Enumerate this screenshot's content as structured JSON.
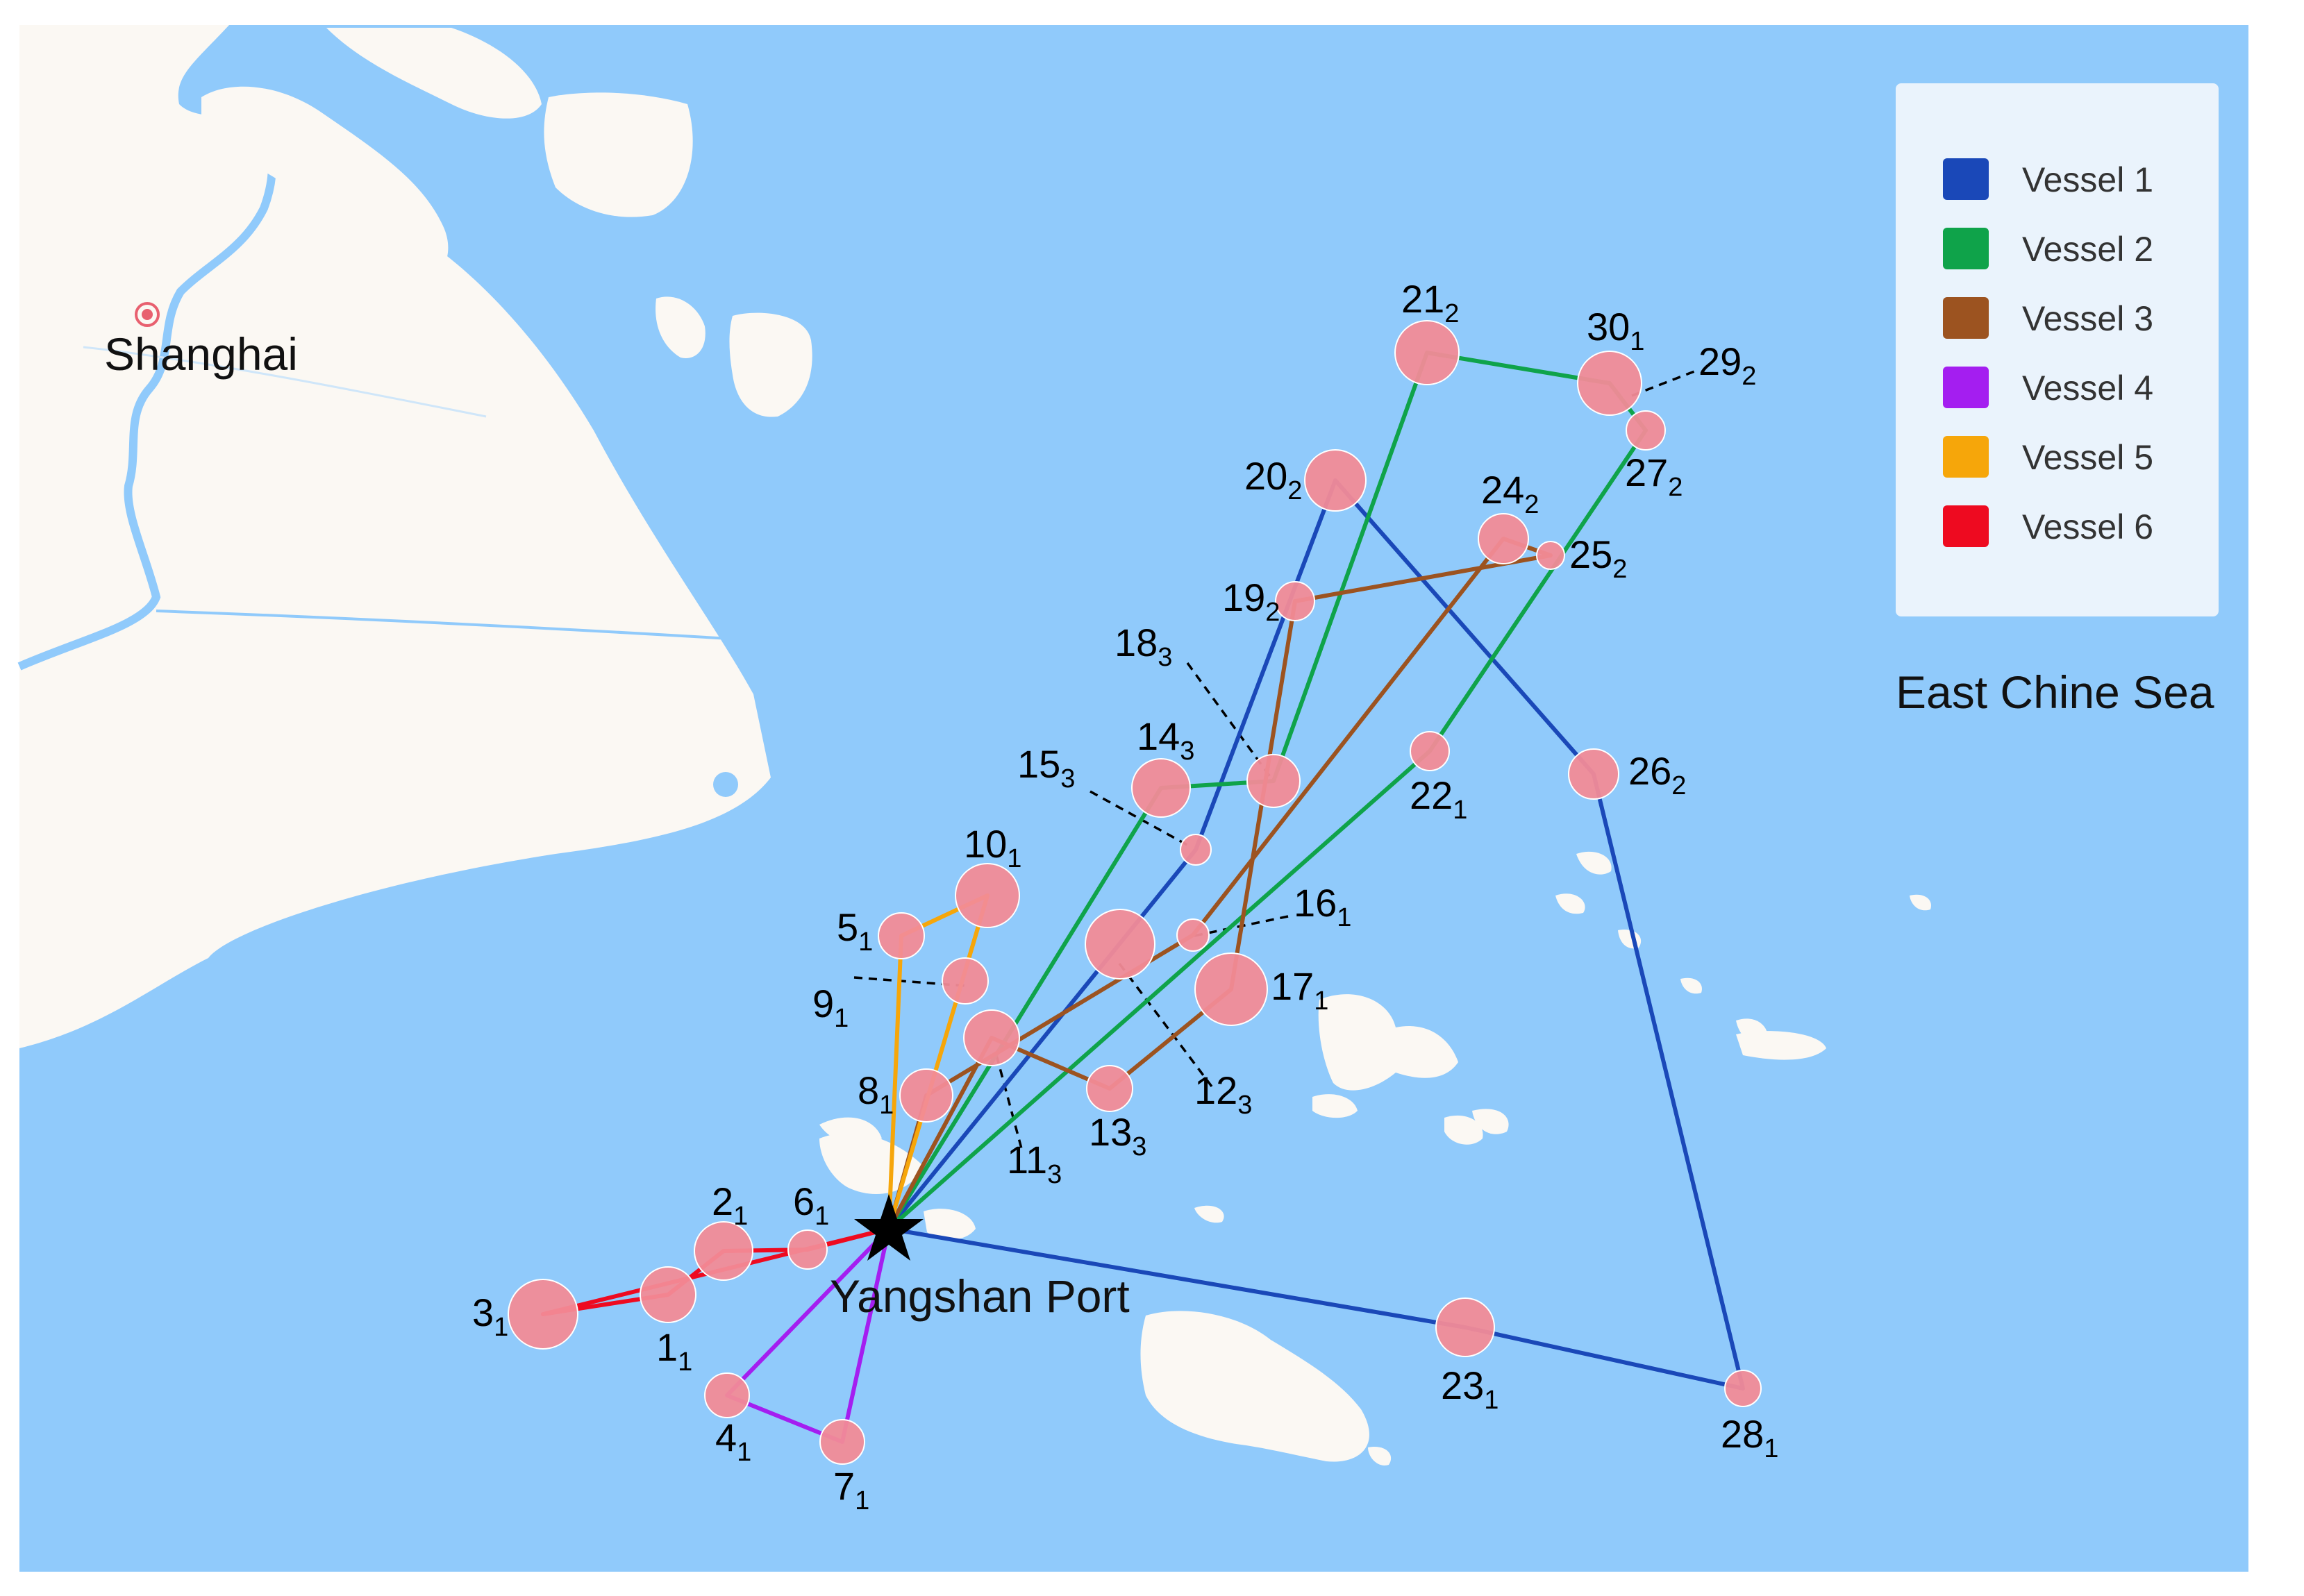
{
  "map": {
    "places": [
      {
        "id": "shanghai",
        "text": "Shanghai"
      },
      {
        "id": "yangshan",
        "text": "Yangshan Port"
      },
      {
        "id": "sea",
        "text": "East Chine Sea"
      }
    ],
    "colors": {
      "water": "#90CAFB",
      "land": "#FBF8F3",
      "customer": "#F28B97",
      "star": "#000000"
    },
    "legend": {
      "items": [
        {
          "label": "Vessel 1",
          "color": "#1A48B8"
        },
        {
          "label": "Vessel 2",
          "color": "#0FA34A"
        },
        {
          "label": "Vessel 3",
          "color": "#9C5320"
        },
        {
          "label": "Vessel 4",
          "color": "#A41EF0"
        },
        {
          "label": "Vessel 5",
          "color": "#F6A60A"
        },
        {
          "label": "Vessel 6",
          "color": "#EE0A20"
        }
      ]
    },
    "nodes": [
      {
        "id": "1",
        "num": "1",
        "sub": "1"
      },
      {
        "id": "2",
        "num": "2",
        "sub": "1"
      },
      {
        "id": "3",
        "num": "3",
        "sub": "1"
      },
      {
        "id": "4",
        "num": "4",
        "sub": "1"
      },
      {
        "id": "5",
        "num": "5",
        "sub": "1"
      },
      {
        "id": "6",
        "num": "6",
        "sub": "1"
      },
      {
        "id": "7",
        "num": "7",
        "sub": "1"
      },
      {
        "id": "8",
        "num": "8",
        "sub": "1"
      },
      {
        "id": "9",
        "num": "9",
        "sub": "1"
      },
      {
        "id": "10",
        "num": "10",
        "sub": "1"
      },
      {
        "id": "11",
        "num": "11",
        "sub": "3"
      },
      {
        "id": "12",
        "num": "12",
        "sub": "3"
      },
      {
        "id": "13",
        "num": "13",
        "sub": "3"
      },
      {
        "id": "14",
        "num": "14",
        "sub": "3"
      },
      {
        "id": "15",
        "num": "15",
        "sub": "3"
      },
      {
        "id": "16",
        "num": "16",
        "sub": "1"
      },
      {
        "id": "17",
        "num": "17",
        "sub": "1"
      },
      {
        "id": "18",
        "num": "18",
        "sub": "3"
      },
      {
        "id": "19",
        "num": "19",
        "sub": "2"
      },
      {
        "id": "20",
        "num": "20",
        "sub": "2"
      },
      {
        "id": "21",
        "num": "21",
        "sub": "2"
      },
      {
        "id": "22",
        "num": "22",
        "sub": "1"
      },
      {
        "id": "23",
        "num": "23",
        "sub": "1"
      },
      {
        "id": "24",
        "num": "24",
        "sub": "2"
      },
      {
        "id": "25",
        "num": "25",
        "sub": "2"
      },
      {
        "id": "26",
        "num": "26",
        "sub": "2"
      },
      {
        "id": "27",
        "num": "27",
        "sub": "2"
      },
      {
        "id": "28",
        "num": "28",
        "sub": "1"
      },
      {
        "id": "29",
        "num": "29",
        "sub": "2"
      },
      {
        "id": "30",
        "num": "30",
        "sub": "1"
      }
    ],
    "routes": [
      {
        "vessel": "Vessel 1",
        "stops": [
          "P",
          "15",
          "20",
          "26",
          "28",
          "23",
          "P"
        ]
      },
      {
        "vessel": "Vessel 2",
        "stops": [
          "P",
          "14",
          "18",
          "21",
          "30",
          "27",
          "22",
          "P"
        ]
      },
      {
        "vessel": "Vessel 3",
        "stops": [
          "P",
          "8",
          "16",
          "24",
          "25",
          "19",
          "17",
          "13",
          "11",
          "P"
        ]
      },
      {
        "vessel": "Vessel 4",
        "stops": [
          "P",
          "4",
          "7",
          "P"
        ]
      },
      {
        "vessel": "Vessel 5",
        "stops": [
          "P",
          "5",
          "10",
          "P"
        ]
      },
      {
        "vessel": "Vessel 6",
        "stops": [
          "P",
          "3",
          "1",
          "2",
          "6",
          "P"
        ]
      }
    ]
  }
}
